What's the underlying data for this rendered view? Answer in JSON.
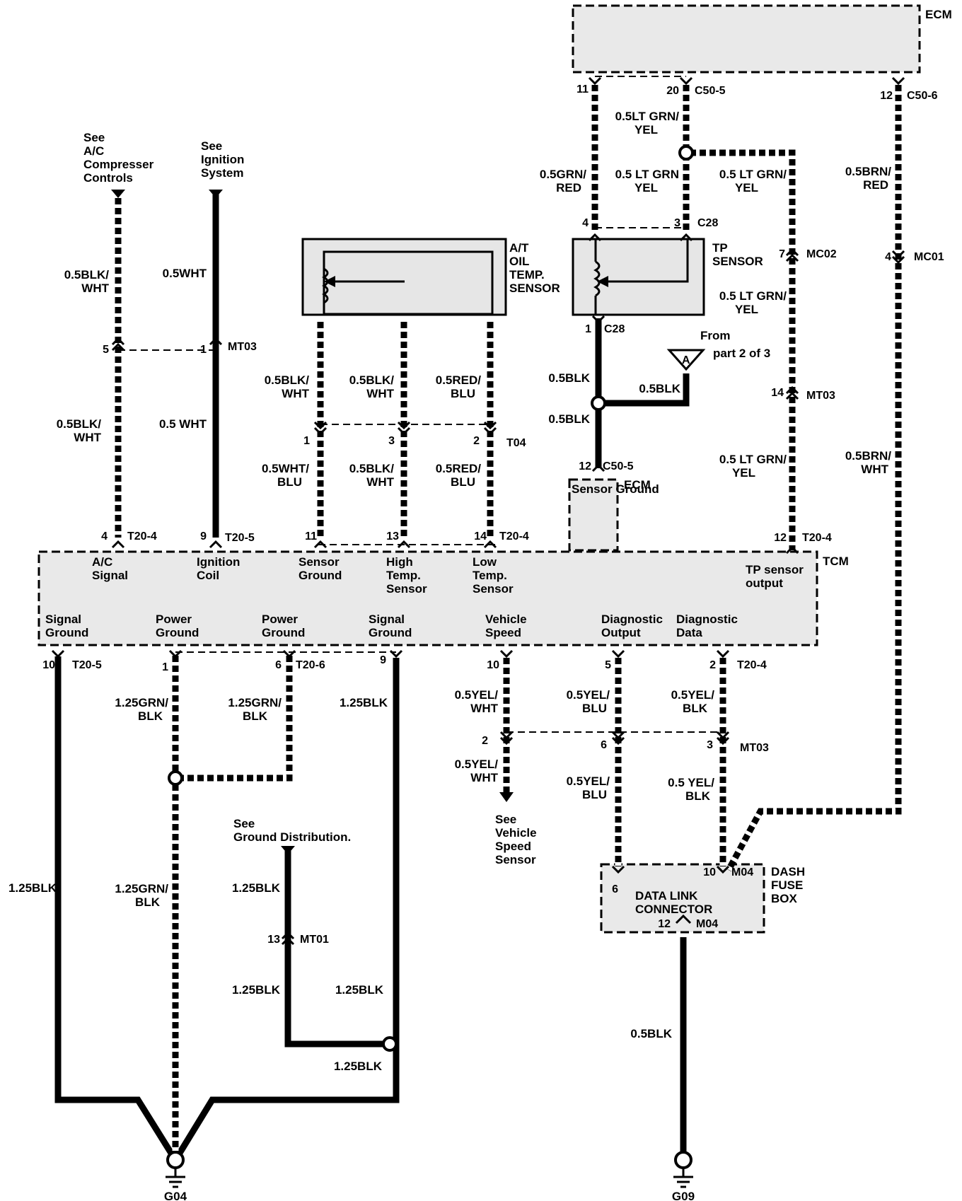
{
  "modules": {
    "ecm_top": "ECM",
    "tcm": "TCM",
    "ecm_sensor_ground": "ECM",
    "sensor_ground_box": "Sensor Ground",
    "dash_fuse_box_1": "DASH",
    "dash_fuse_box_2": "FUSE",
    "dash_fuse_box_3": "BOX",
    "data_link_1": "DATA LINK",
    "data_link_2": "CONNECTOR",
    "atf_sensor_1": "A/T",
    "atf_sensor_2": "OIL",
    "atf_sensor_3": "TEMP.",
    "atf_sensor_4": "SENSOR",
    "tp_sensor_1": "TP",
    "tp_sensor_2": "SENSOR"
  },
  "references": {
    "ac_1": "See",
    "ac_2": "A/C",
    "ac_3": "Compresser",
    "ac_4": "Controls",
    "ign_1": "See",
    "ign_2": "Ignition",
    "ign_3": "System",
    "gnd_1": "See",
    "gnd_2": "Ground Distribution.",
    "vss_1": "See",
    "vss_2": "Vehicle",
    "vss_3": "Speed",
    "vss_4": "Sensor",
    "from_1": "From",
    "from_2": "part 2 of 3",
    "from_tag": "A"
  },
  "tcm_pins_top": {
    "ac_signal_1": "A/C",
    "ac_signal_2": "Signal",
    "ign_coil_1": "Ignition",
    "ign_coil_2": "Coil",
    "sensor_ground_1": "Sensor",
    "sensor_ground_2": "Ground",
    "high_temp_1": "High",
    "high_temp_2": "Temp.",
    "high_temp_3": "Sensor",
    "low_temp_1": "Low",
    "low_temp_2": "Temp.",
    "low_temp_3": "Sensor",
    "tp_output_1": "TP sensor",
    "tp_output_2": "output"
  },
  "tcm_pins_bottom": {
    "signal_ground_a_1": "Signal",
    "signal_ground_a_2": "Ground",
    "power_ground_a_1": "Power",
    "power_ground_a_2": "Ground",
    "power_ground_b_1": "Power",
    "power_ground_b_2": "Ground",
    "signal_ground_b_1": "Signal",
    "signal_ground_b_2": "Ground",
    "vehicle_speed_1": "Vehicle",
    "vehicle_speed_2": "Speed",
    "diag_output_1": "Diagnostic",
    "diag_output_2": "Output",
    "diag_data_1": "Diagnostic",
    "diag_data_2": "Data"
  },
  "wires": {
    "ac_upper_1": "0.5BLK/",
    "ac_upper_2": "WHT",
    "ac_lower_1": "0.5BLK/",
    "ac_lower_2": "WHT",
    "ign_upper": "0.5WHT",
    "ign_lower": "0.5 WHT",
    "sg_upper_1": "0.5BLK/",
    "sg_upper_2": "WHT",
    "sg_lower_1": "0.5WHT/",
    "sg_lower_2": "BLU",
    "ht_upper_1": "0.5BLK/",
    "ht_upper_2": "WHT",
    "ht_lower_1": "0.5BLK/",
    "ht_lower_2": "WHT",
    "lt_upper_1": "0.5RED/",
    "lt_upper_2": "BLU",
    "lt_lower_1": "0.5RED/",
    "lt_lower_2": "BLU",
    "ecm11_1": "0.5GRN/",
    "ecm11_2": "RED",
    "ecm20_top_1": "0.5LT GRN/",
    "ecm20_top_2": "YEL",
    "ecm20_mid_1": "0.5 LT GRN",
    "ecm20_mid_2": "YEL",
    "tp_branch_1": "0.5 LT GRN/",
    "tp_branch_2": "YEL",
    "tp_right_1": "0.5 LT GRN/",
    "tp_right_2": "YEL",
    "tp_lower_1": "0.5 LT GRN/",
    "tp_lower_2": "YEL",
    "brn_red_1": "0.5BRN/",
    "brn_red_2": "RED",
    "brn_wht_1": "0.5BRN/",
    "brn_wht_2": "WHT",
    "sens_gnd_upper": "0.5BLK",
    "sens_gnd_lower": "0.5BLK",
    "from_a": "0.5BLK",
    "pg1_1": "1.25GRN/",
    "pg1_2": "BLK",
    "pg6_1": "1.25GRN/",
    "pg6_2": "BLK",
    "pg_lower_1": "1.25GRN/",
    "pg_lower_2": "BLK",
    "sg9_upper": "1.25BLK",
    "sg9_mid": "1.25BLK",
    "sg9_lower": "1.25BLK",
    "sg10": "1.25BLK",
    "gd_upper": "1.25BLK",
    "gd_lower": "1.25BLK",
    "vs_upper_1": "0.5YEL/",
    "vs_upper_2": "WHT",
    "vs_lower_1": "0.5YEL/",
    "vs_lower_2": "WHT",
    "do_upper_1": "0.5YEL/",
    "do_upper_2": "BLU",
    "do_lower_1": "0.5YEL/",
    "do_lower_2": "BLU",
    "dd_upper_1": "0.5YEL/",
    "dd_upper_2": "BLK",
    "dd_lower_1": "0.5 YEL/",
    "dd_lower_2": "BLK",
    "g09_wire": "0.5BLK"
  },
  "connectors": {
    "t20_4_a": "T20-4",
    "t20_5_a": "T20-5",
    "t20_4_b": "T20-4",
    "t20_4_c": "T20-4",
    "t20_5_b": "T20-5",
    "t20_6": "T20-6",
    "t20_4_d": "T20-4",
    "t04": "T04",
    "mt03_a": "MT03",
    "mt03_b": "MT03",
    "mt03_c": "MT03",
    "mt01": "MT01",
    "mc02": "MC02",
    "mc01": "MC01",
    "c50_5_a": "C50-5",
    "c50_6": "C50-6",
    "c50_5_b": "C50-5",
    "c28_a": "C28",
    "c28_b": "C28",
    "m04_a": "M04",
    "m04_b": "M04"
  },
  "pins": {
    "p4": "4",
    "p9": "9",
    "p11": "11",
    "p13": "13",
    "p14": "14",
    "p12a": "12",
    "p5": "5",
    "p1a": "1",
    "t04_1": "1",
    "t04_3": "3",
    "t04_2": "2",
    "ecm11": "11",
    "ecm20": "20",
    "ecm12": "12",
    "c28_4": "4",
    "c28_3": "3",
    "c28_1": "1",
    "mc02_7": "7",
    "mc01_4": "4",
    "mt03_14": "14",
    "c50_12": "12",
    "b10": "10",
    "b1": "1",
    "b6": "6",
    "b9": "9",
    "bv10": "10",
    "b5": "5",
    "b2": "2",
    "mt03_2": "2",
    "mt03_6": "6",
    "mt03_3": "3",
    "mt01_13": "13",
    "dlc10": "10",
    "dlc6": "6",
    "dlc12": "12"
  },
  "grounds": {
    "g04": "G04",
    "g09": "G09"
  }
}
